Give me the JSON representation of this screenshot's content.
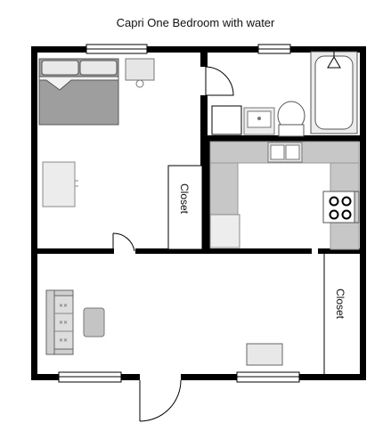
{
  "title": "Capri One Bedroom with water",
  "labels": {
    "closet_bedroom": "Closet",
    "closet_living": "Closet"
  }
}
